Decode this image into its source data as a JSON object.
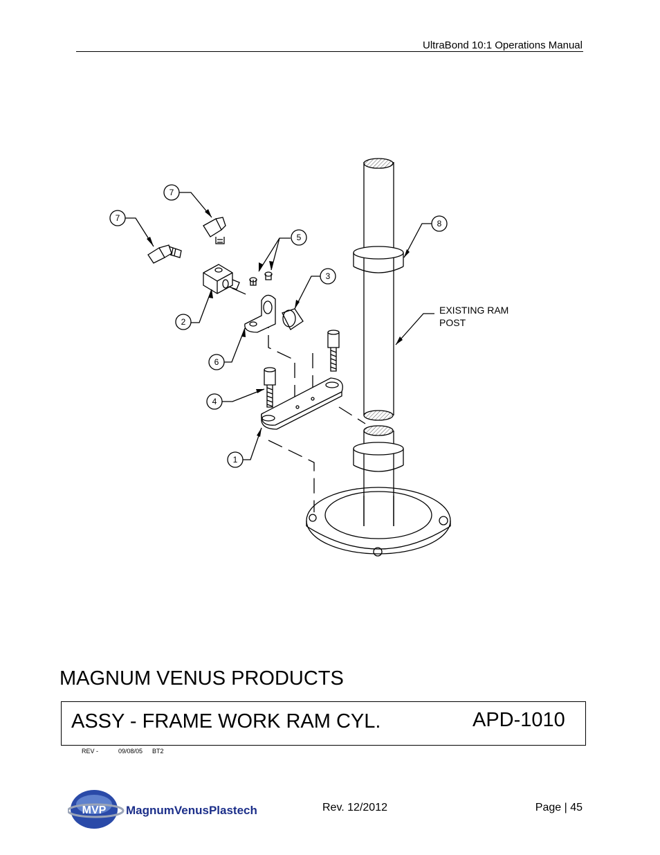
{
  "header": {
    "title": "UltraBond 10:1 Operations Manual"
  },
  "drawing": {
    "callouts": [
      "7",
      "7",
      "5",
      "3",
      "2",
      "6",
      "4",
      "1",
      "8"
    ],
    "note": {
      "line1": "EXISTING RAM",
      "line2": "POST"
    }
  },
  "title_block": {
    "company": "MAGNUM VENUS PRODUCTS",
    "assembly": "ASSY - FRAME WORK RAM CYL.",
    "drawing_number": "APD-1010",
    "rev_label": "REV -",
    "rev_date": "09/08/05",
    "rev_by": "BT2"
  },
  "footer": {
    "logo_mark": "MVP",
    "logo_name": "MagnumVenusPlastech",
    "revision": "Rev. 12/2012",
    "page": "Page | 45"
  },
  "colors": {
    "ink": "#000000",
    "hatch": "#555555",
    "logo_blue": "#1f3a93",
    "logo_text": "#1c2f8a"
  }
}
